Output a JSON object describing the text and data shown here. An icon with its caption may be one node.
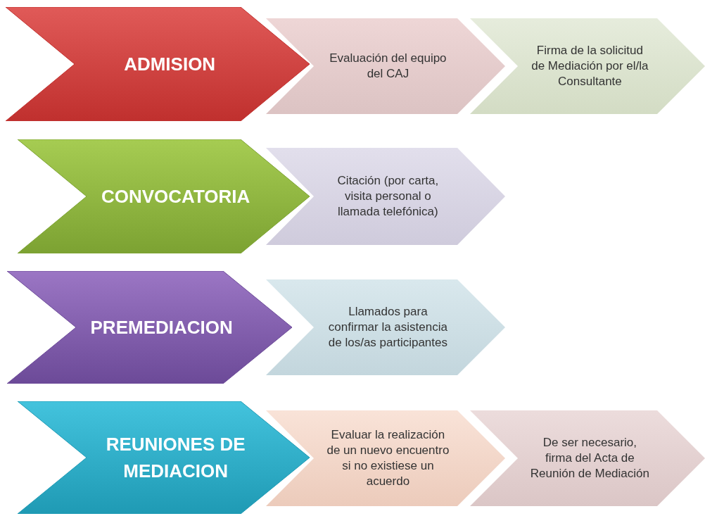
{
  "diagram": {
    "nodes": [
      {
        "text": [
          "ADMISION"
        ]
      },
      {
        "text": [
          "Evaluación del equipo del CAJ"
        ]
      },
      {
        "text": [
          "Firma de la solicitud de Mediación por el/la Consultante"
        ]
      },
      {
        "text": [
          "CONVOCATORIA"
        ]
      },
      {
        "text": [
          "Citación (por carta, visita personal o llamada telefónica)"
        ]
      },
      {
        "text": [
          "PREMEDIACION"
        ]
      },
      {
        "text": [
          "Llamados para confirmar la asistencia de los/as participantes"
        ]
      },
      {
        "text": [
          "REUNIONES DE MEDIACION"
        ]
      },
      {
        "text": [
          "Evaluar la realización de un nuevo encuentro si no existiese un acuerdo"
        ]
      },
      {
        "text": [
          "De ser necesario, firma del Acta de Reunión de Mediación"
        ]
      }
    ]
  }
}
